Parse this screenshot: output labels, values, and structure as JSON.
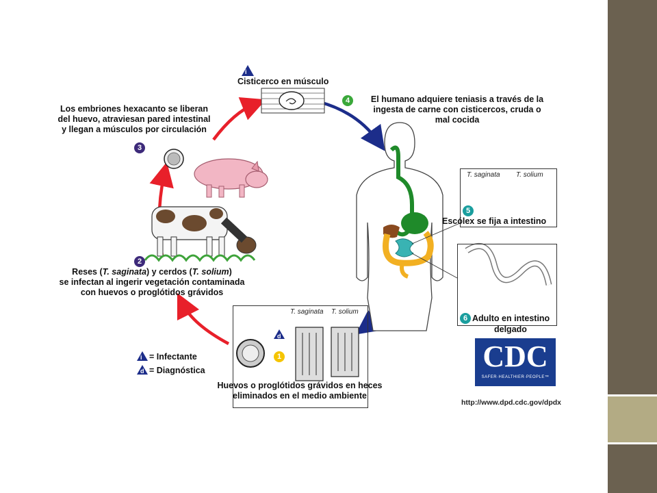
{
  "colors": {
    "side_dark": "#6b6150",
    "side_light": "#b3ab84",
    "arrow_red": "#e8202a",
    "arrow_blue": "#1c2d8a",
    "step_purple": "#3d2a7a",
    "step_teal": "#1a9e9e",
    "step_green": "#3aa83a",
    "step_yellow": "#f5c400",
    "cdc_blue": "#1a3d8f"
  },
  "labels": {
    "stage_i": "Cisticerco en músculo",
    "stage4": [
      "El humano adquiere teniasis a través de la",
      "ingesta de carne con cisticercos, cruda o",
      "mal cocida"
    ],
    "stage3": [
      "Los embriones hexacanto se liberan",
      "del huevo, atraviesan pared intestinal",
      "y llegan a músculos por circulación"
    ],
    "stage2_line1_a": "Reses (",
    "stage2_line1_b": "T. saginata",
    "stage2_line1_c": ") y cerdos (",
    "stage2_line1_d": "T. solium",
    "stage2_line1_e": ")",
    "stage2_line2": "se infectan al ingerir vegetación contaminada",
    "stage2_line3": "con huevos o proglótidos grávidos",
    "stage5": "Escólex se fija a intestino",
    "stage6_a": "Adulto en intestino",
    "stage6_b": "delgado",
    "stage1": [
      "Huevos o proglótidos grávidos en heces",
      "eliminados en el medio ambiente"
    ],
    "legend_i": "= Infectante",
    "legend_d": "= Diagnóstica"
  },
  "step_numbers": {
    "n1": "1",
    "n2": "2",
    "n3": "3",
    "n4": "4",
    "n5": "5",
    "n6": "6"
  },
  "tri_letters": {
    "i": "i",
    "d": "d"
  },
  "species": {
    "saginata": "T. saginata",
    "solium": "T. solium"
  },
  "cdc": {
    "logo": "CDC",
    "tagline": "SAFER·HEALTHIER·PEOPLE™",
    "url": "http://www.dpd.cdc.gov/dpdx"
  }
}
